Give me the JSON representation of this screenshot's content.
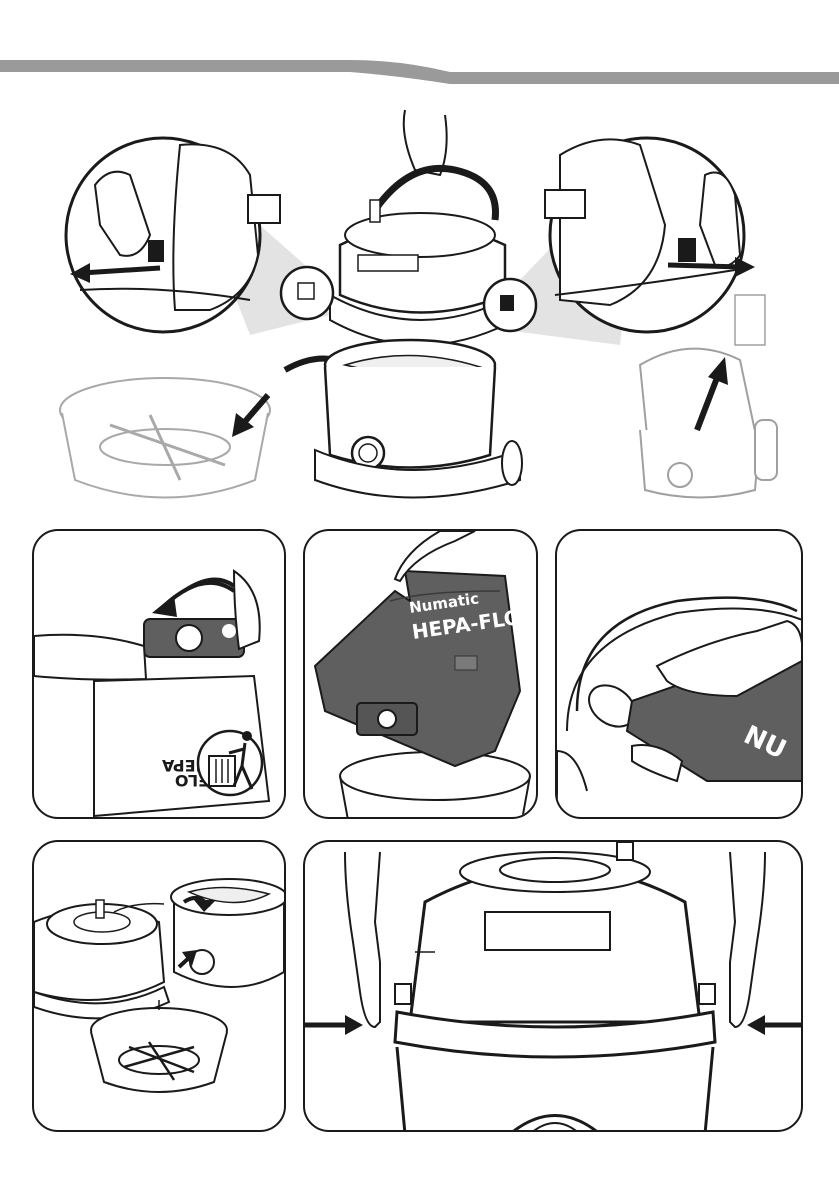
{
  "header": {
    "bar_color": "#9a9a9a"
  },
  "bag": {
    "brand_line1": "Numatic",
    "brand_line2": "HEPA-FLO",
    "color": "#5f5f5f"
  },
  "bin_labels": {
    "line1": "HEPA",
    "line2": "FLO"
  },
  "colors": {
    "outline": "#1a1a1a",
    "arrow": "#1a1a1a",
    "shade": "#d6d6d6"
  }
}
